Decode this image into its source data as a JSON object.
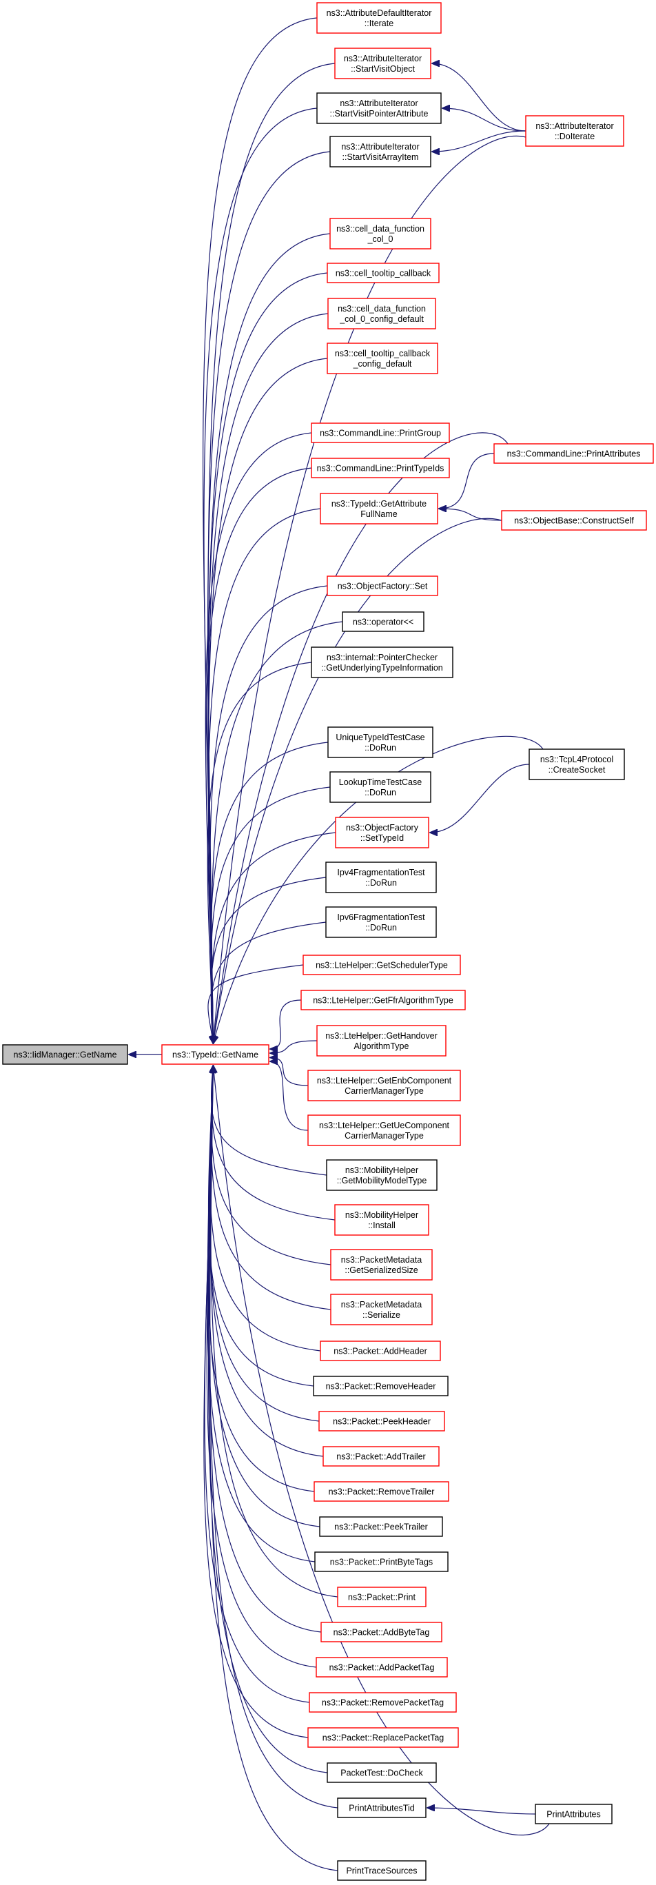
{
  "colors": {
    "edge": "#191970",
    "border_red": "#ff0000",
    "border_black": "#000000",
    "root_fill": "#bfbfbf",
    "node_fill": "#ffffff"
  },
  "nodes": [
    {
      "id": "root",
      "lines": [
        "ns3::IidManager::GetName"
      ],
      "style": "root"
    },
    {
      "id": "getname",
      "lines": [
        "ns3::TypeId::GetName"
      ],
      "style": "red"
    },
    {
      "id": "adi_iterate",
      "lines": [
        "ns3::AttributeDefaultIterator",
        "::Iterate"
      ],
      "style": "red"
    },
    {
      "id": "ai_svo",
      "lines": [
        "ns3::AttributeIterator",
        "::StartVisitObject"
      ],
      "style": "red"
    },
    {
      "id": "ai_svpa",
      "lines": [
        "ns3::AttributeIterator",
        "::StartVisitPointerAttribute"
      ],
      "style": "black"
    },
    {
      "id": "ai_svai",
      "lines": [
        "ns3::AttributeIterator",
        "::StartVisitArrayItem"
      ],
      "style": "black"
    },
    {
      "id": "cdf_col0",
      "lines": [
        "ns3::cell_data_function",
        "_col_0"
      ],
      "style": "red"
    },
    {
      "id": "ctc",
      "lines": [
        "ns3::cell_tooltip_callback"
      ],
      "style": "red"
    },
    {
      "id": "cdf_col0_cd",
      "lines": [
        "ns3::cell_data_function",
        "_col_0_config_default"
      ],
      "style": "red"
    },
    {
      "id": "ctc_cd",
      "lines": [
        "ns3::cell_tooltip_callback",
        "_config_default"
      ],
      "style": "red"
    },
    {
      "id": "cl_pg",
      "lines": [
        "ns3::CommandLine::PrintGroup"
      ],
      "style": "red"
    },
    {
      "id": "cl_pti",
      "lines": [
        "ns3::CommandLine::PrintTypeIds"
      ],
      "style": "red"
    },
    {
      "id": "tid_gafn",
      "lines": [
        "ns3::TypeId::GetAttribute",
        "FullName"
      ],
      "style": "red"
    },
    {
      "id": "of_set",
      "lines": [
        "ns3::ObjectFactory::Set"
      ],
      "style": "red"
    },
    {
      "id": "op_ll",
      "lines": [
        "ns3::operator<<"
      ],
      "style": "black"
    },
    {
      "id": "pc_guti",
      "lines": [
        "ns3::internal::PointerChecker",
        "::GetUnderlyingTypeInformation"
      ],
      "style": "black"
    },
    {
      "id": "utitc",
      "lines": [
        "UniqueTypeIdTestCase",
        "::DoRun"
      ],
      "style": "black"
    },
    {
      "id": "lttc",
      "lines": [
        "LookupTimeTestCase",
        "::DoRun"
      ],
      "style": "black"
    },
    {
      "id": "of_sti",
      "lines": [
        "ns3::ObjectFactory",
        "::SetTypeId"
      ],
      "style": "red"
    },
    {
      "id": "ipv4ft",
      "lines": [
        "Ipv4FragmentationTest",
        "::DoRun"
      ],
      "style": "black"
    },
    {
      "id": "ipv6ft",
      "lines": [
        "Ipv6FragmentationTest",
        "::DoRun"
      ],
      "style": "black"
    },
    {
      "id": "lte_gst",
      "lines": [
        "ns3::LteHelper::GetSchedulerType"
      ],
      "style": "red"
    },
    {
      "id": "lte_gffr",
      "lines": [
        "ns3::LteHelper::GetFfrAlgorithmType"
      ],
      "style": "red"
    },
    {
      "id": "lte_gho",
      "lines": [
        "ns3::LteHelper::GetHandover",
        "AlgorithmType"
      ],
      "style": "red"
    },
    {
      "id": "lte_genb",
      "lines": [
        "ns3::LteHelper::GetEnbComponent",
        "CarrierManagerType"
      ],
      "style": "red"
    },
    {
      "id": "lte_gue",
      "lines": [
        "ns3::LteHelper::GetUeComponent",
        "CarrierManagerType"
      ],
      "style": "red"
    },
    {
      "id": "mh_gmmt",
      "lines": [
        "ns3::MobilityHelper",
        "::GetMobilityModelType"
      ],
      "style": "black"
    },
    {
      "id": "mh_inst",
      "lines": [
        "ns3::MobilityHelper",
        "::Install"
      ],
      "style": "red"
    },
    {
      "id": "pm_gss",
      "lines": [
        "ns3::PacketMetadata",
        "::GetSerializedSize"
      ],
      "style": "red"
    },
    {
      "id": "pm_ser",
      "lines": [
        "ns3::PacketMetadata",
        "::Serialize"
      ],
      "style": "red"
    },
    {
      "id": "p_ah",
      "lines": [
        "ns3::Packet::AddHeader"
      ],
      "style": "red"
    },
    {
      "id": "p_rh",
      "lines": [
        "ns3::Packet::RemoveHeader"
      ],
      "style": "black"
    },
    {
      "id": "p_ph",
      "lines": [
        "ns3::Packet::PeekHeader"
      ],
      "style": "red"
    },
    {
      "id": "p_at",
      "lines": [
        "ns3::Packet::AddTrailer"
      ],
      "style": "red"
    },
    {
      "id": "p_rt",
      "lines": [
        "ns3::Packet::RemoveTrailer"
      ],
      "style": "red"
    },
    {
      "id": "p_pt",
      "lines": [
        "ns3::Packet::PeekTrailer"
      ],
      "style": "black"
    },
    {
      "id": "p_pbt",
      "lines": [
        "ns3::Packet::PrintByteTags"
      ],
      "style": "black"
    },
    {
      "id": "p_print",
      "lines": [
        "ns3::Packet::Print"
      ],
      "style": "red"
    },
    {
      "id": "p_abt",
      "lines": [
        "ns3::Packet::AddByteTag"
      ],
      "style": "red"
    },
    {
      "id": "p_apt",
      "lines": [
        "ns3::Packet::AddPacketTag"
      ],
      "style": "red"
    },
    {
      "id": "p_rpt",
      "lines": [
        "ns3::Packet::RemovePacketTag"
      ],
      "style": "red"
    },
    {
      "id": "p_rept",
      "lines": [
        "ns3::Packet::ReplacePacketTag"
      ],
      "style": "red"
    },
    {
      "id": "pt_dc",
      "lines": [
        "PacketTest::DoCheck"
      ],
      "style": "black"
    },
    {
      "id": "pat",
      "lines": [
        "PrintAttributesTid"
      ],
      "style": "black"
    },
    {
      "id": "pts",
      "lines": [
        "PrintTraceSources"
      ],
      "style": "black"
    },
    {
      "id": "ai_doit",
      "lines": [
        "ns3::AttributeIterator",
        "::DoIterate"
      ],
      "style": "red"
    },
    {
      "id": "cl_pa",
      "lines": [
        "ns3::CommandLine::PrintAttributes"
      ],
      "style": "red"
    },
    {
      "id": "ob_cs",
      "lines": [
        "ns3::ObjectBase::ConstructSelf"
      ],
      "style": "red"
    },
    {
      "id": "tcp_cs",
      "lines": [
        "ns3::TcpL4Protocol",
        "::CreateSocket"
      ],
      "style": "black"
    },
    {
      "id": "pa",
      "lines": [
        "PrintAttributes"
      ],
      "style": "black"
    }
  ]
}
